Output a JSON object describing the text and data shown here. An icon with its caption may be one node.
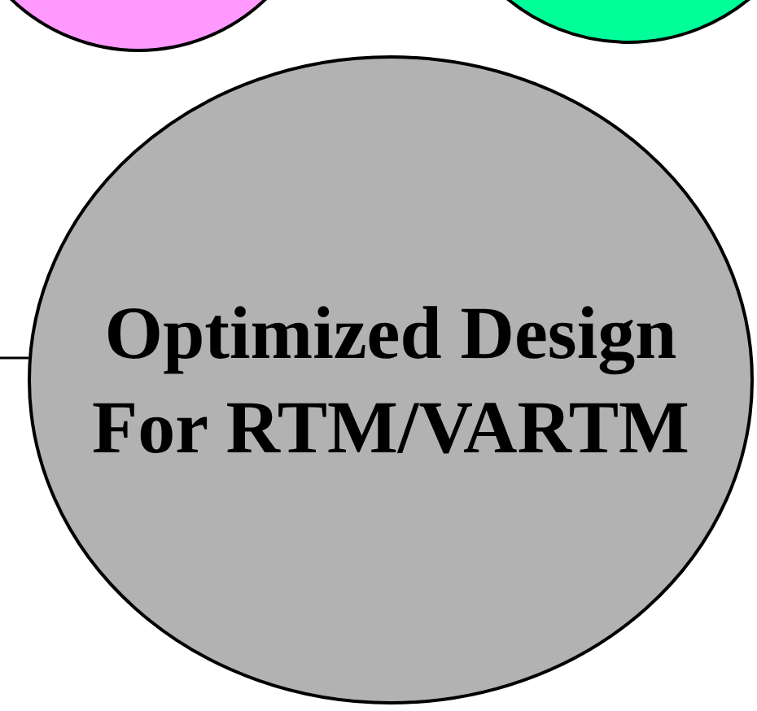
{
  "diagram": {
    "nodes": [
      {
        "text": [],
        "shape": "circle"
      },
      {
        "text": [],
        "shape": "circle"
      },
      {
        "text": [
          "Optimized Design For RTM/VARTM"
        ]
      }
    ],
    "edges": [
      {
        "from": null,
        "to": 2,
        "arrow": "none"
      }
    ]
  }
}
